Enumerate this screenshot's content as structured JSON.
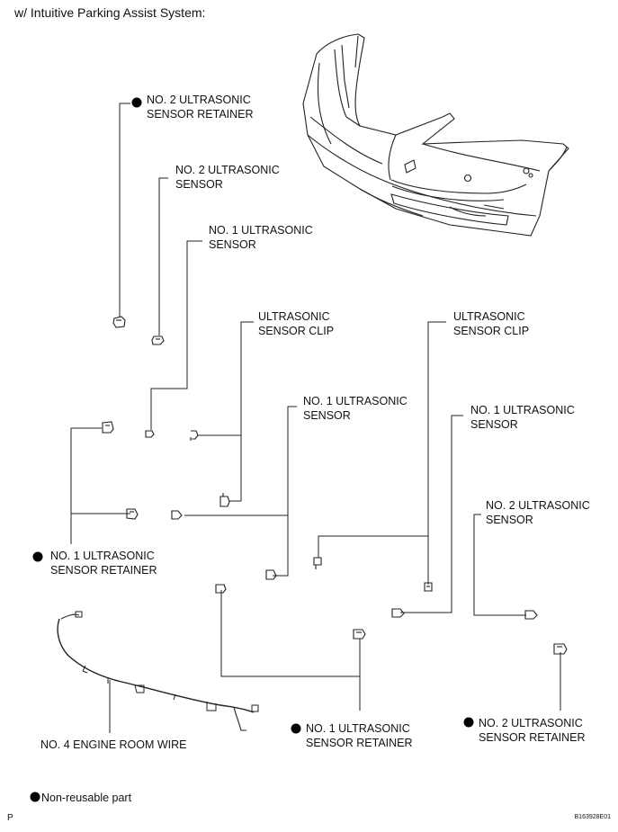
{
  "title": "w/ Intuitive Parking Assist System:",
  "labels": {
    "retainer2_top": [
      "NO. 2 ULTRASONIC",
      "SENSOR RETAINER"
    ],
    "sensor2_top": [
      "NO. 2 ULTRASONIC",
      "SENSOR"
    ],
    "sensor1_top": [
      "NO. 1 ULTRASONIC",
      "SENSOR"
    ],
    "clip_left": [
      "ULTRASONIC",
      "SENSOR CLIP"
    ],
    "clip_right": [
      "ULTRASONIC",
      "SENSOR CLIP"
    ],
    "sensor1_mid": [
      "NO. 1 ULTRASONIC",
      "SENSOR"
    ],
    "sensor1_right": [
      "NO. 1 ULTRASONIC",
      "SENSOR"
    ],
    "sensor2_right": [
      "NO. 2 ULTRASONIC",
      "SENSOR"
    ],
    "retainer1_left": [
      "NO. 1 ULTRASONIC",
      "SENSOR RETAINER"
    ],
    "retainer1_bottom": [
      "NO. 1 ULTRASONIC",
      "SENSOR RETAINER"
    ],
    "retainer2_bottom": [
      "NO. 2 ULTRASONIC",
      "SENSOR RETAINER"
    ],
    "wire": "NO. 4 ENGINE ROOM WIRE"
  },
  "legend": "Non-reusable part",
  "page_mark": "P",
  "figure_code": "B163928E01"
}
